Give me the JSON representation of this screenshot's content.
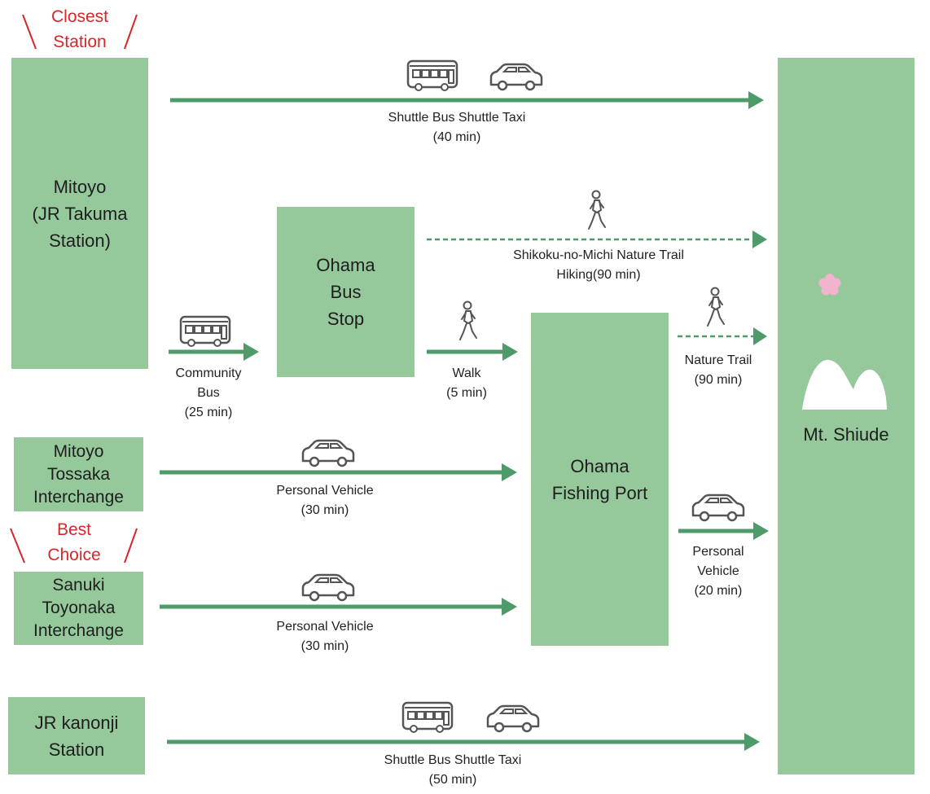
{
  "colors": {
    "box": "#95c89a",
    "arrow": "#4f9a69",
    "label_red": "#d8262b",
    "flower": "#f2b3cd",
    "icon_stroke": "#555555"
  },
  "badges": {
    "closest": "Closest\nStation",
    "best": "Best\nChoice"
  },
  "origins": {
    "mitoyo": "Mitoyo\n(JR Takuma\nStation)",
    "tossaka": "Mitoyo\nTossaka\nInterchange",
    "toyonaka": "Sanuki\nToyonaka\nInterchange",
    "kanonji": "JR kanonji\nStation"
  },
  "hubs": {
    "ohama_bus": "Ohama\nBus\nStop",
    "ohama_port": "Ohama\nFishing Port"
  },
  "destination": {
    "name": "Mt. Shiude",
    "icons": [
      "mountain-icon",
      "sakura-icon"
    ]
  },
  "routes": {
    "mitoyo_direct": {
      "label": "Shuttle Bus Shuttle Taxi\n(40 min)",
      "icons": [
        "bus-icon",
        "car-icon"
      ]
    },
    "community_bus": {
      "label": "Community\nBus\n(25 min)",
      "icons": [
        "bus-icon"
      ]
    },
    "hiking": {
      "label": "Shikoku-no-Michi Nature Trail\nHiking(90 min)",
      "icons": [
        "walker-icon"
      ]
    },
    "walk": {
      "label": "Walk\n(5 min)",
      "icons": [
        "walker-icon"
      ]
    },
    "nature_trail": {
      "label": "Nature Trail\n(90 min)",
      "icons": [
        "walker-icon"
      ]
    },
    "tossaka_car": {
      "label": "Personal Vehicle\n(30 min)",
      "icons": [
        "car-icon"
      ]
    },
    "toyonaka_car": {
      "label": "Personal Vehicle\n(30 min)",
      "icons": [
        "car-icon"
      ]
    },
    "port_car": {
      "label": "Personal\nVehicle\n(20 min)",
      "icons": [
        "car-icon"
      ]
    },
    "kanonji_direct": {
      "label": "Shuttle Bus Shuttle Taxi\n(50 min)",
      "icons": [
        "bus-icon",
        "car-icon"
      ]
    }
  }
}
